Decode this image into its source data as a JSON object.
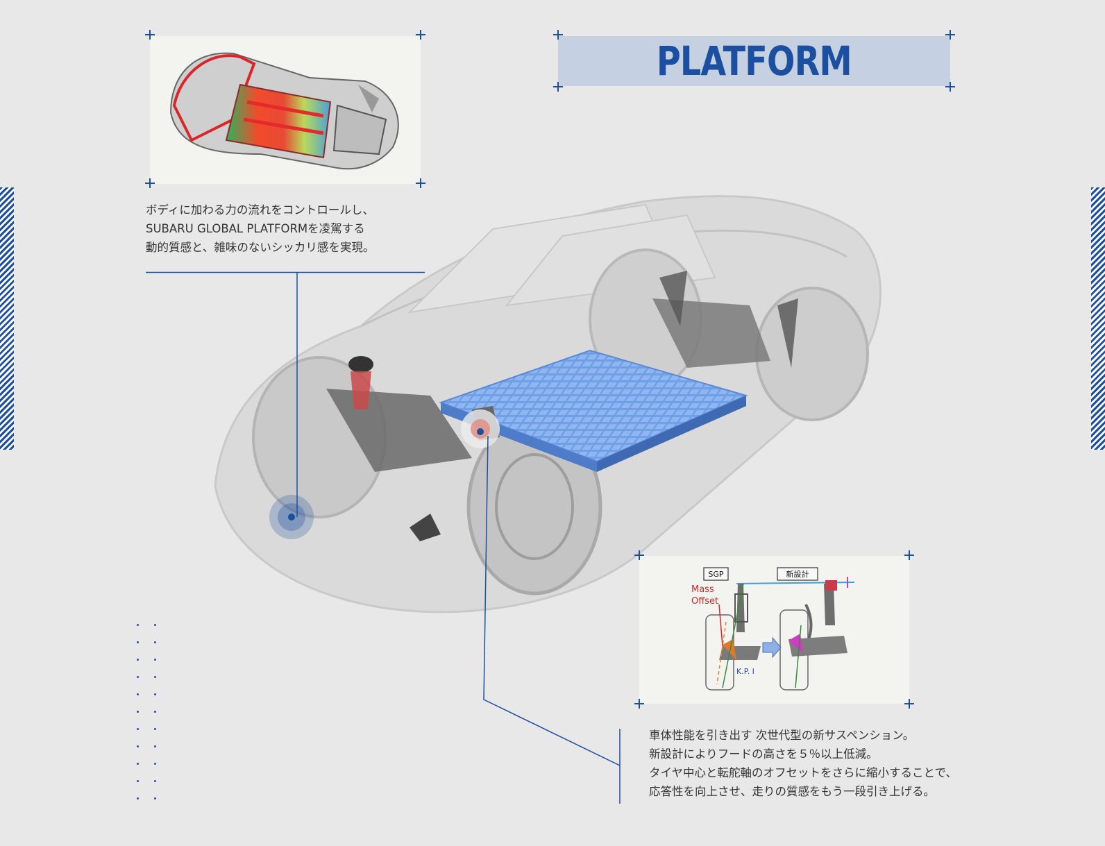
{
  "title": "PLATFORM",
  "top_caption": {
    "lines": [
      "ボディに加わる力の流れをコントロールし、",
      "SUBARU GLOBAL PLATFORMを凌駕する",
      "動的質感と、雑味のないシッカリ感を実現。"
    ]
  },
  "bottom_caption": {
    "lines": [
      "車体性能を引き出す 次世代型の新サスペンション。",
      "新設計によりフードの高さを５％以上低減。",
      "タイヤ中心と転舵軸のオフセットをさらに縮小することで、",
      "応答性を向上させ、走りの質感をもう一段引き上げる。"
    ]
  },
  "suspension_diagram": {
    "label_sgp": "SGP",
    "label_new": "新設計",
    "mass_offset_line1": "Mass",
    "mass_offset_line2": "Offset",
    "kpi_label": "K.P. I"
  },
  "colors": {
    "brand_blue": "#1d4fa0",
    "title_bg": "#c5d0e0",
    "page_bg": "#e8e8e8"
  }
}
